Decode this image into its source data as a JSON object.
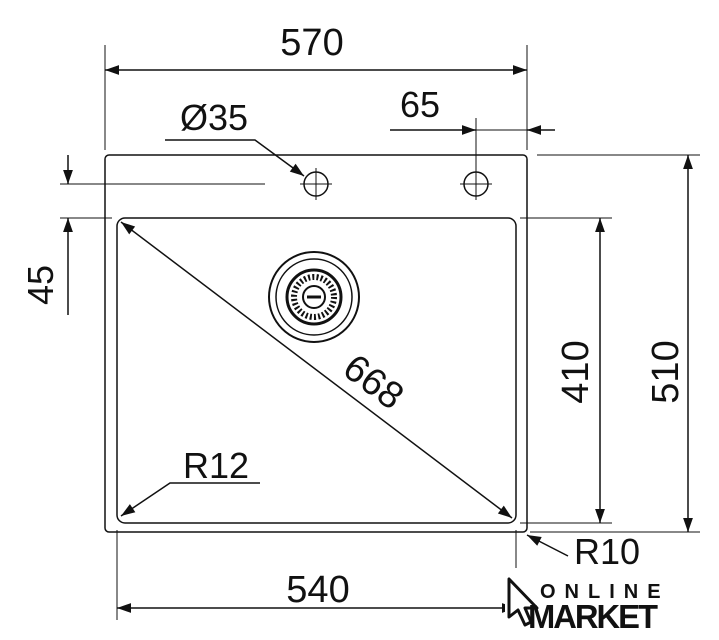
{
  "dimensions": {
    "width_total": "570",
    "tap_hole_diameter": "Ø35",
    "tap_hole_offset": "65",
    "tap_hole_edge_distance": "45",
    "diagonal": "668",
    "height_total": "510",
    "bowl_height": "410",
    "bowl_width": "540",
    "bowl_radius": "R12",
    "outer_radius": "R10"
  },
  "logo": {
    "line1": "ONLINE",
    "line2": "MARKET"
  },
  "colors": {
    "line": "#111111",
    "background": "#ffffff"
  }
}
